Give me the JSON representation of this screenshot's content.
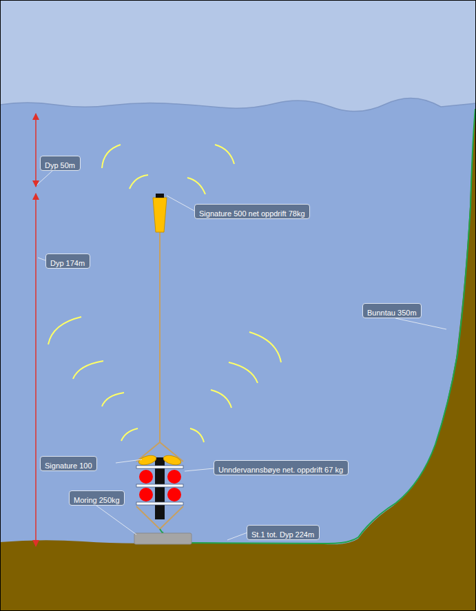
{
  "diagram": {
    "nodes": [
      {
        "text": [
          "Dyp 50m"
        ]
      },
      {
        "text": [
          "Signature 500 net oppdrift 78kg"
        ]
      },
      {
        "text": [
          "Dyp 174m"
        ]
      },
      {
        "text": [
          "Bunntau 350m"
        ]
      },
      {
        "text": [
          "Signature 100"
        ]
      },
      {
        "text": [
          "Unndervannsbøye net. oppdrift 67 kg"
        ]
      },
      {
        "text": [
          "Moring 250kg"
        ]
      },
      {
        "text": [
          "St.1 tot. Dyp 224m"
        ]
      }
    ]
  }
}
